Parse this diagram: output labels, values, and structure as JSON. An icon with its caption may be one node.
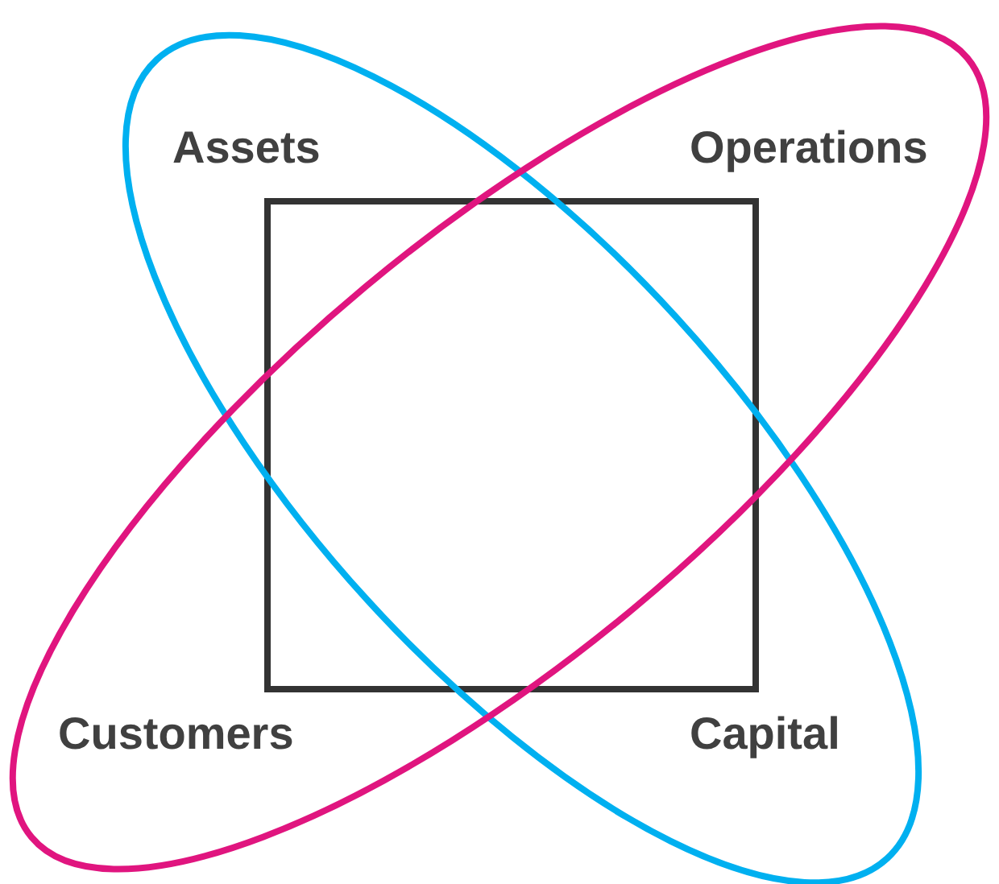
{
  "diagram": {
    "labels": [
      "Assets",
      "Operations",
      "Customers",
      "Capital"
    ]
  }
}
